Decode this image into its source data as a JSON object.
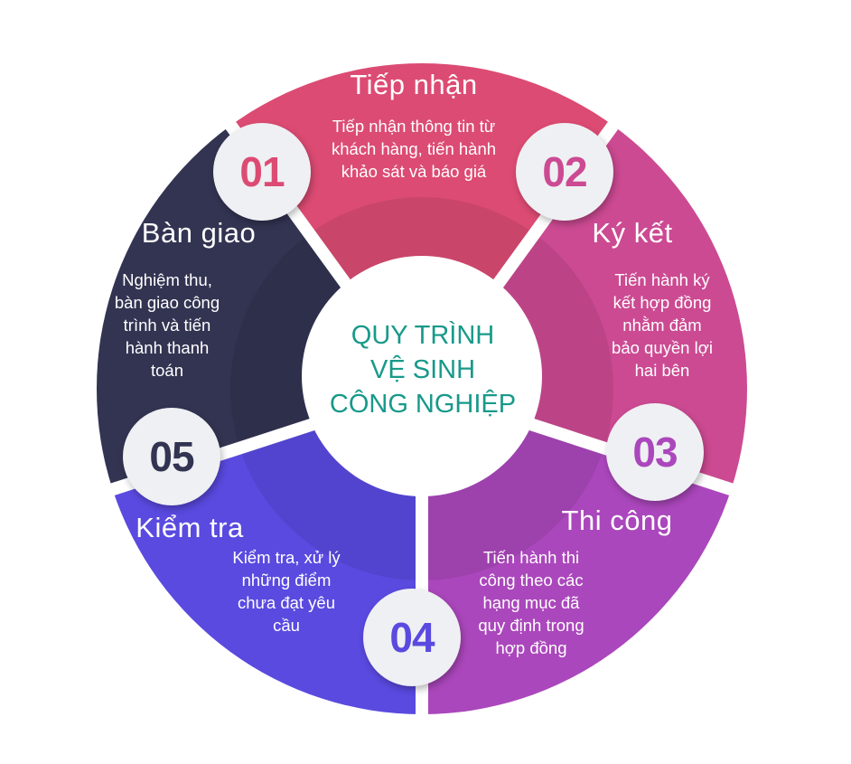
{
  "center_title": [
    "QUY TRÌNH",
    "VỆ SINH",
    "CÔNG NGHIỆP"
  ],
  "colors": {
    "step1": "#dc4b73",
    "step2": "#cc4a92",
    "step3": "#ab47bc",
    "step4": "#5a4ae0",
    "step5": "#323452",
    "center_text": "#18998a"
  },
  "steps": [
    {
      "number": "01",
      "title": "Tiếp nhận",
      "desc": [
        "Tiếp nhận thông tin từ",
        "khách hàng, tiến hành",
        "khảo sát và báo giá"
      ]
    },
    {
      "number": "02",
      "title": "Ký kết",
      "desc": [
        "Tiến hành ký",
        "kết hợp đồng",
        "nhằm đảm",
        "bảo quyền lợi",
        "hai bên"
      ]
    },
    {
      "number": "03",
      "title": "Thi công",
      "desc": [
        "Tiến hành thi",
        "công theo các",
        "hạng mục đã",
        "quy định trong",
        "hợp đồng"
      ]
    },
    {
      "number": "04",
      "title": "Kiểm tra",
      "desc": [
        "Kiểm tra, xử lý",
        "những điểm",
        "chưa đạt yêu",
        "cầu"
      ]
    },
    {
      "number": "05",
      "title": "Bàn giao",
      "desc": [
        "Nghiệm thu,",
        "bàn giao công",
        "trình và tiến",
        "hành thanh",
        "toán"
      ]
    }
  ]
}
